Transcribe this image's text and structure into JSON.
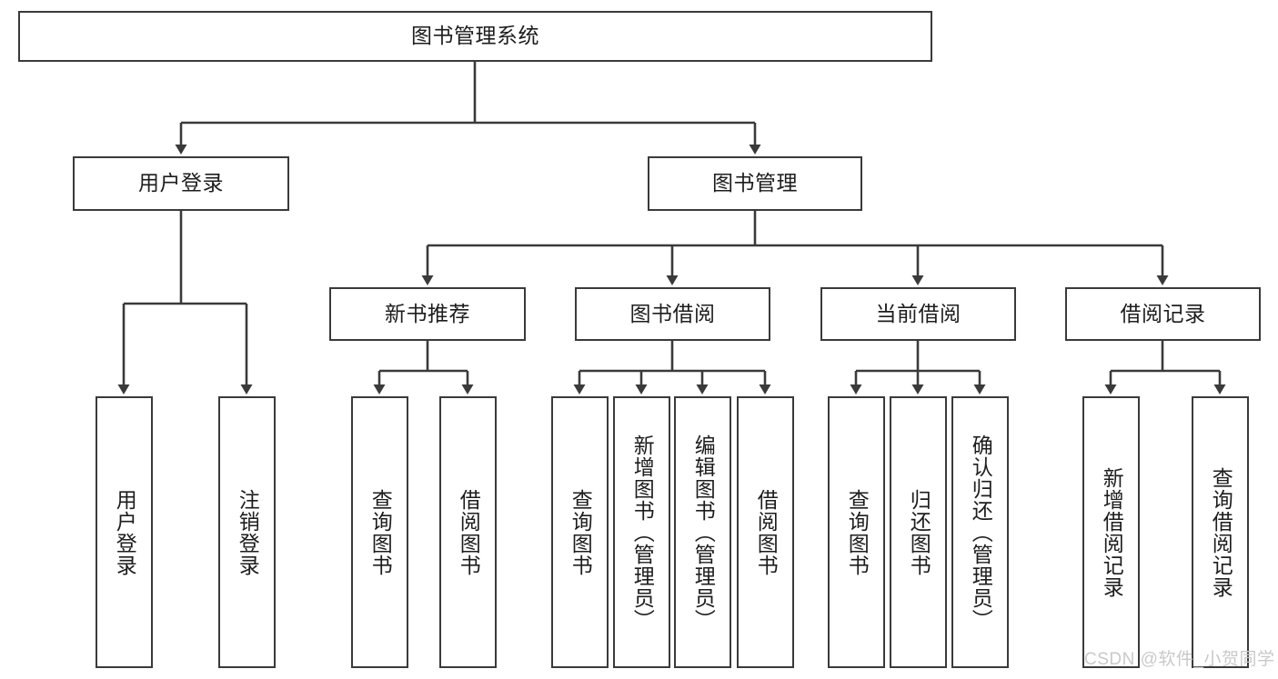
{
  "diagram": {
    "title": "图书管理系统",
    "type": "tree-hierarchy-diagram",
    "colors": {
      "box_border": "#3a3a3a",
      "box_fill": "#ffffff",
      "connector": "#3a3a3a",
      "text": "#1d1d1d",
      "watermark": "#c9c9c9",
      "background": "#ffffff"
    },
    "root": {
      "label": "图书管理系统"
    },
    "level2": [
      {
        "label": "用户登录"
      },
      {
        "label": "图书管理"
      }
    ],
    "level3": [
      {
        "label": "新书推荐"
      },
      {
        "label": "图书借阅"
      },
      {
        "label": "当前借阅"
      },
      {
        "label": "借阅记录"
      }
    ],
    "leaves": {
      "user_login": [
        {
          "label": "用户登录"
        },
        {
          "label": "注销登录"
        }
      ],
      "new_book_recommend": [
        {
          "label": "查询图书"
        },
        {
          "label": "借阅图书"
        }
      ],
      "book_borrow": [
        {
          "label": "查询图书"
        },
        {
          "label": "新增图书（管理员）"
        },
        {
          "label": "编辑图书（管理员）"
        },
        {
          "label": "借阅图书"
        }
      ],
      "current_borrow": [
        {
          "label": "查询图书"
        },
        {
          "label": "归还图书"
        },
        {
          "label": "确认归还（管理员）"
        }
      ],
      "borrow_record": [
        {
          "label": "新增借阅记录"
        },
        {
          "label": "查询借阅记录"
        }
      ]
    }
  },
  "watermark": {
    "text": "CSDN @软件_小贺同学"
  }
}
